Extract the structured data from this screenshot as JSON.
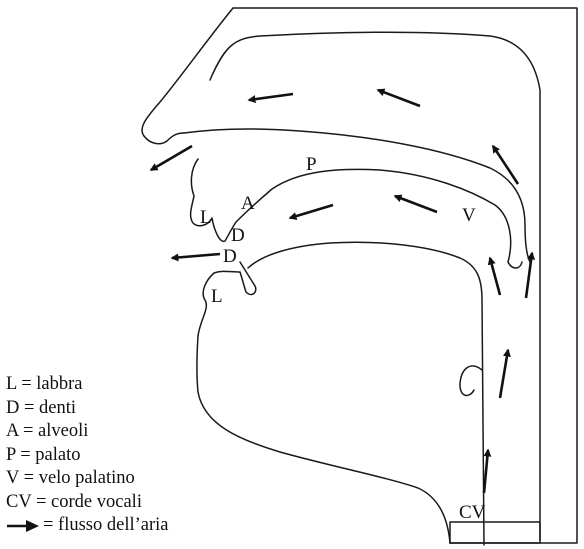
{
  "diagram": {
    "labels": {
      "palate": "P",
      "alveoli": "A",
      "upper_lip": "L",
      "upper_teeth": "D",
      "lower_teeth": "D",
      "lower_lip": "L",
      "velum": "V",
      "vocal_cords": "CV"
    },
    "arrow_count": 11,
    "arrow_description": "air flow arrows"
  },
  "legend": {
    "items": [
      {
        "text": "L = labbra"
      },
      {
        "text": "D = denti"
      },
      {
        "text": "A = alveoli"
      },
      {
        "text": "P = palato"
      },
      {
        "text": "V = velo palatino"
      },
      {
        "text": "CV = corde vocali"
      }
    ],
    "arrow_text": "= flusso dell’aria"
  },
  "colors": {
    "ink": "#111111",
    "background": "#ffffff"
  }
}
